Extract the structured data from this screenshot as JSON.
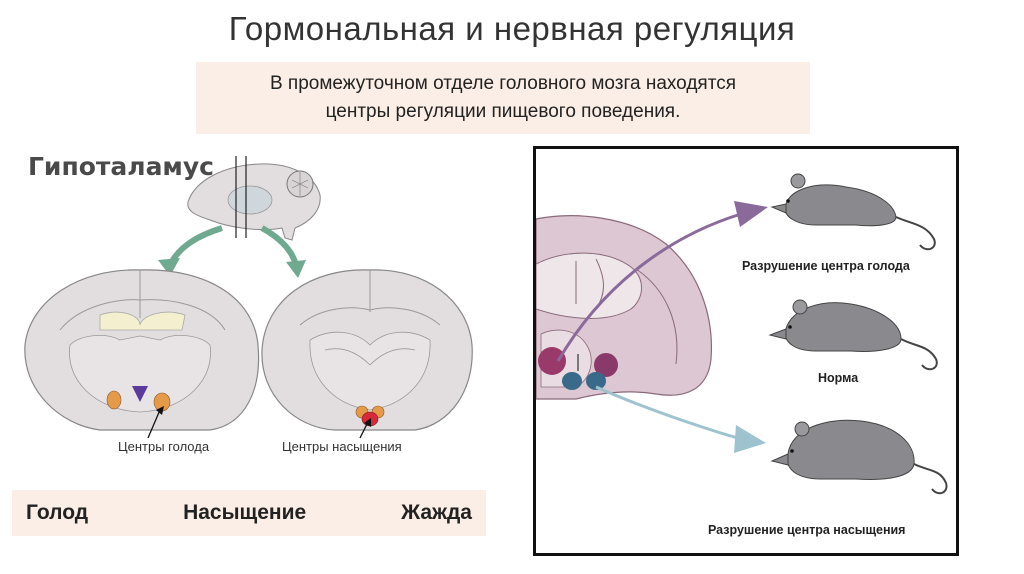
{
  "title": "Гормональная и нервная регуляция",
  "subtitle": {
    "line1": "В промежуточном отделе головного мозга находятся",
    "line2": "центры регуляции пищевого поведения."
  },
  "left": {
    "hypothalamus_label": "Гипоталамус",
    "hunger_centers_label": "Центры голода",
    "satiety_centers_label": "Центры насыщения"
  },
  "bottom_bar": {
    "hunger": "Голод",
    "satiety": "Насыщение",
    "thirst": "Жажда"
  },
  "right": {
    "caption_hunger_destroyed": "Разрушение центра голода",
    "caption_normal": "Норма",
    "caption_satiety_destroyed": "Разрушение центра насыщения"
  },
  "colors": {
    "subtitle_bg": "#fbeee6",
    "brain_fill": "#e2dee0",
    "arrow_green": "#6fa98f",
    "hunger_center": "#e59a4a",
    "thirst_center": "#5a3a9a",
    "satiety_center": "#d42a3a",
    "arrow_purple": "#8a6a9a",
    "arrow_blue": "#9ec3cf",
    "rat_fill": "#8a8a8e"
  }
}
